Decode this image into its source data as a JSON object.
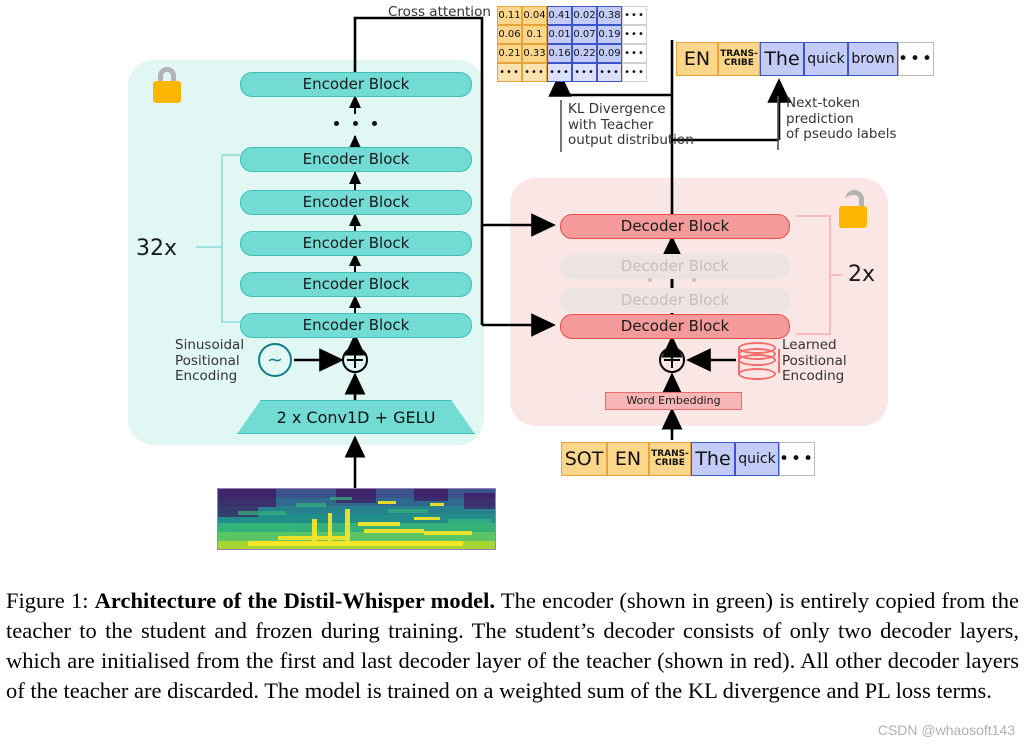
{
  "figure": {
    "cross_attention_label": "Cross attention",
    "encoder": {
      "repeat_label": "32x",
      "blocks": [
        "Encoder Block",
        "Encoder Block",
        "Encoder Block",
        "Encoder Block",
        "Encoder Block",
        "Encoder Block"
      ],
      "conv_label": "2 x Conv1D + GELU",
      "positional_encoding_label": "Sinusoidal\nPositional\nEncoding",
      "positional_encoding_lines": [
        "Sinusoidal",
        "Positional",
        "Encoding"
      ],
      "sine_glyph": "∼",
      "lock_state": "locked"
    },
    "decoder": {
      "repeat_label": "2x",
      "blocks": [
        {
          "label": "Decoder Block",
          "state": "active"
        },
        {
          "label": "Decoder Block",
          "state": "faded"
        },
        {
          "label": "Decoder Block",
          "state": "faded"
        },
        {
          "label": "Decoder Block",
          "state": "active"
        }
      ],
      "word_embedding_label": "Word Embedding",
      "positional_encoding_lines": [
        "Learned",
        "Positional",
        "Encoding"
      ],
      "lock_state": "unlocked"
    },
    "losses": {
      "kl_lines": [
        "KL Divergence",
        "with Teacher",
        "output distribution"
      ],
      "pl_lines": [
        "Next-token",
        "prediction",
        "of pseudo labels"
      ]
    },
    "output_tokens": [
      {
        "text": "EN",
        "style": "special"
      },
      {
        "text": "TRANS-\nCRIBE",
        "style": "special-small",
        "lines": [
          "TRANS-",
          "CRIBE"
        ]
      },
      {
        "text": "The",
        "style": "word"
      },
      {
        "text": "quick",
        "style": "word-small"
      },
      {
        "text": "brown",
        "style": "word-small"
      },
      {
        "text": "•••",
        "style": "ellipsis"
      }
    ],
    "input_tokens": [
      {
        "text": "SOT",
        "style": "special"
      },
      {
        "text": "EN",
        "style": "special"
      },
      {
        "text": "TRANS-\nCRIBE",
        "style": "special-small",
        "lines": [
          "TRANS-",
          "CRIBE"
        ]
      },
      {
        "text": "The",
        "style": "word"
      },
      {
        "text": "quick",
        "style": "word-small"
      },
      {
        "text": "•••",
        "style": "ellipsis"
      }
    ],
    "probability_matrix": {
      "rows": [
        [
          "0.11",
          "0.04",
          "0.41",
          "0.02",
          "0.38",
          "•••"
        ],
        [
          "0.06",
          "0.1",
          "0.01",
          "0.07",
          "0.19",
          "•••"
        ],
        [
          "0.21",
          "0.33",
          "0.16",
          "0.22",
          "0.09",
          "•••"
        ],
        [
          "•••",
          "•••",
          "•••",
          "•••",
          "•••",
          "•••"
        ]
      ],
      "column_styles": [
        "orange",
        "orange",
        "blue",
        "blue",
        "blue",
        "white"
      ]
    },
    "spectrogram_alt": "mel-spectrogram"
  },
  "caption": {
    "prefix": "Figure 1:",
    "bold_title": "Architecture of the Distil-Whisper model.",
    "body": "The encoder (shown in green) is entirely copied from the teacher to the student and frozen during training. The student’s decoder consists of only two decoder layers, which are initialised from the first and last decoder layer of the teacher (shown in red). All other decoder layers of the teacher are discarded. The model is trained on a weighted sum of the KL divergence and PL loss terms."
  },
  "watermark": "CSDN @whaosoft143",
  "colors": {
    "encoder_panel": "#e0f7f4",
    "encoder_block": "#72dbd4",
    "decoder_panel": "#fbe6e6",
    "decoder_block": "#f49a9a",
    "special_token": "#fcd68a",
    "word_token": "#c2ccf7",
    "lock": "#ffb600"
  }
}
